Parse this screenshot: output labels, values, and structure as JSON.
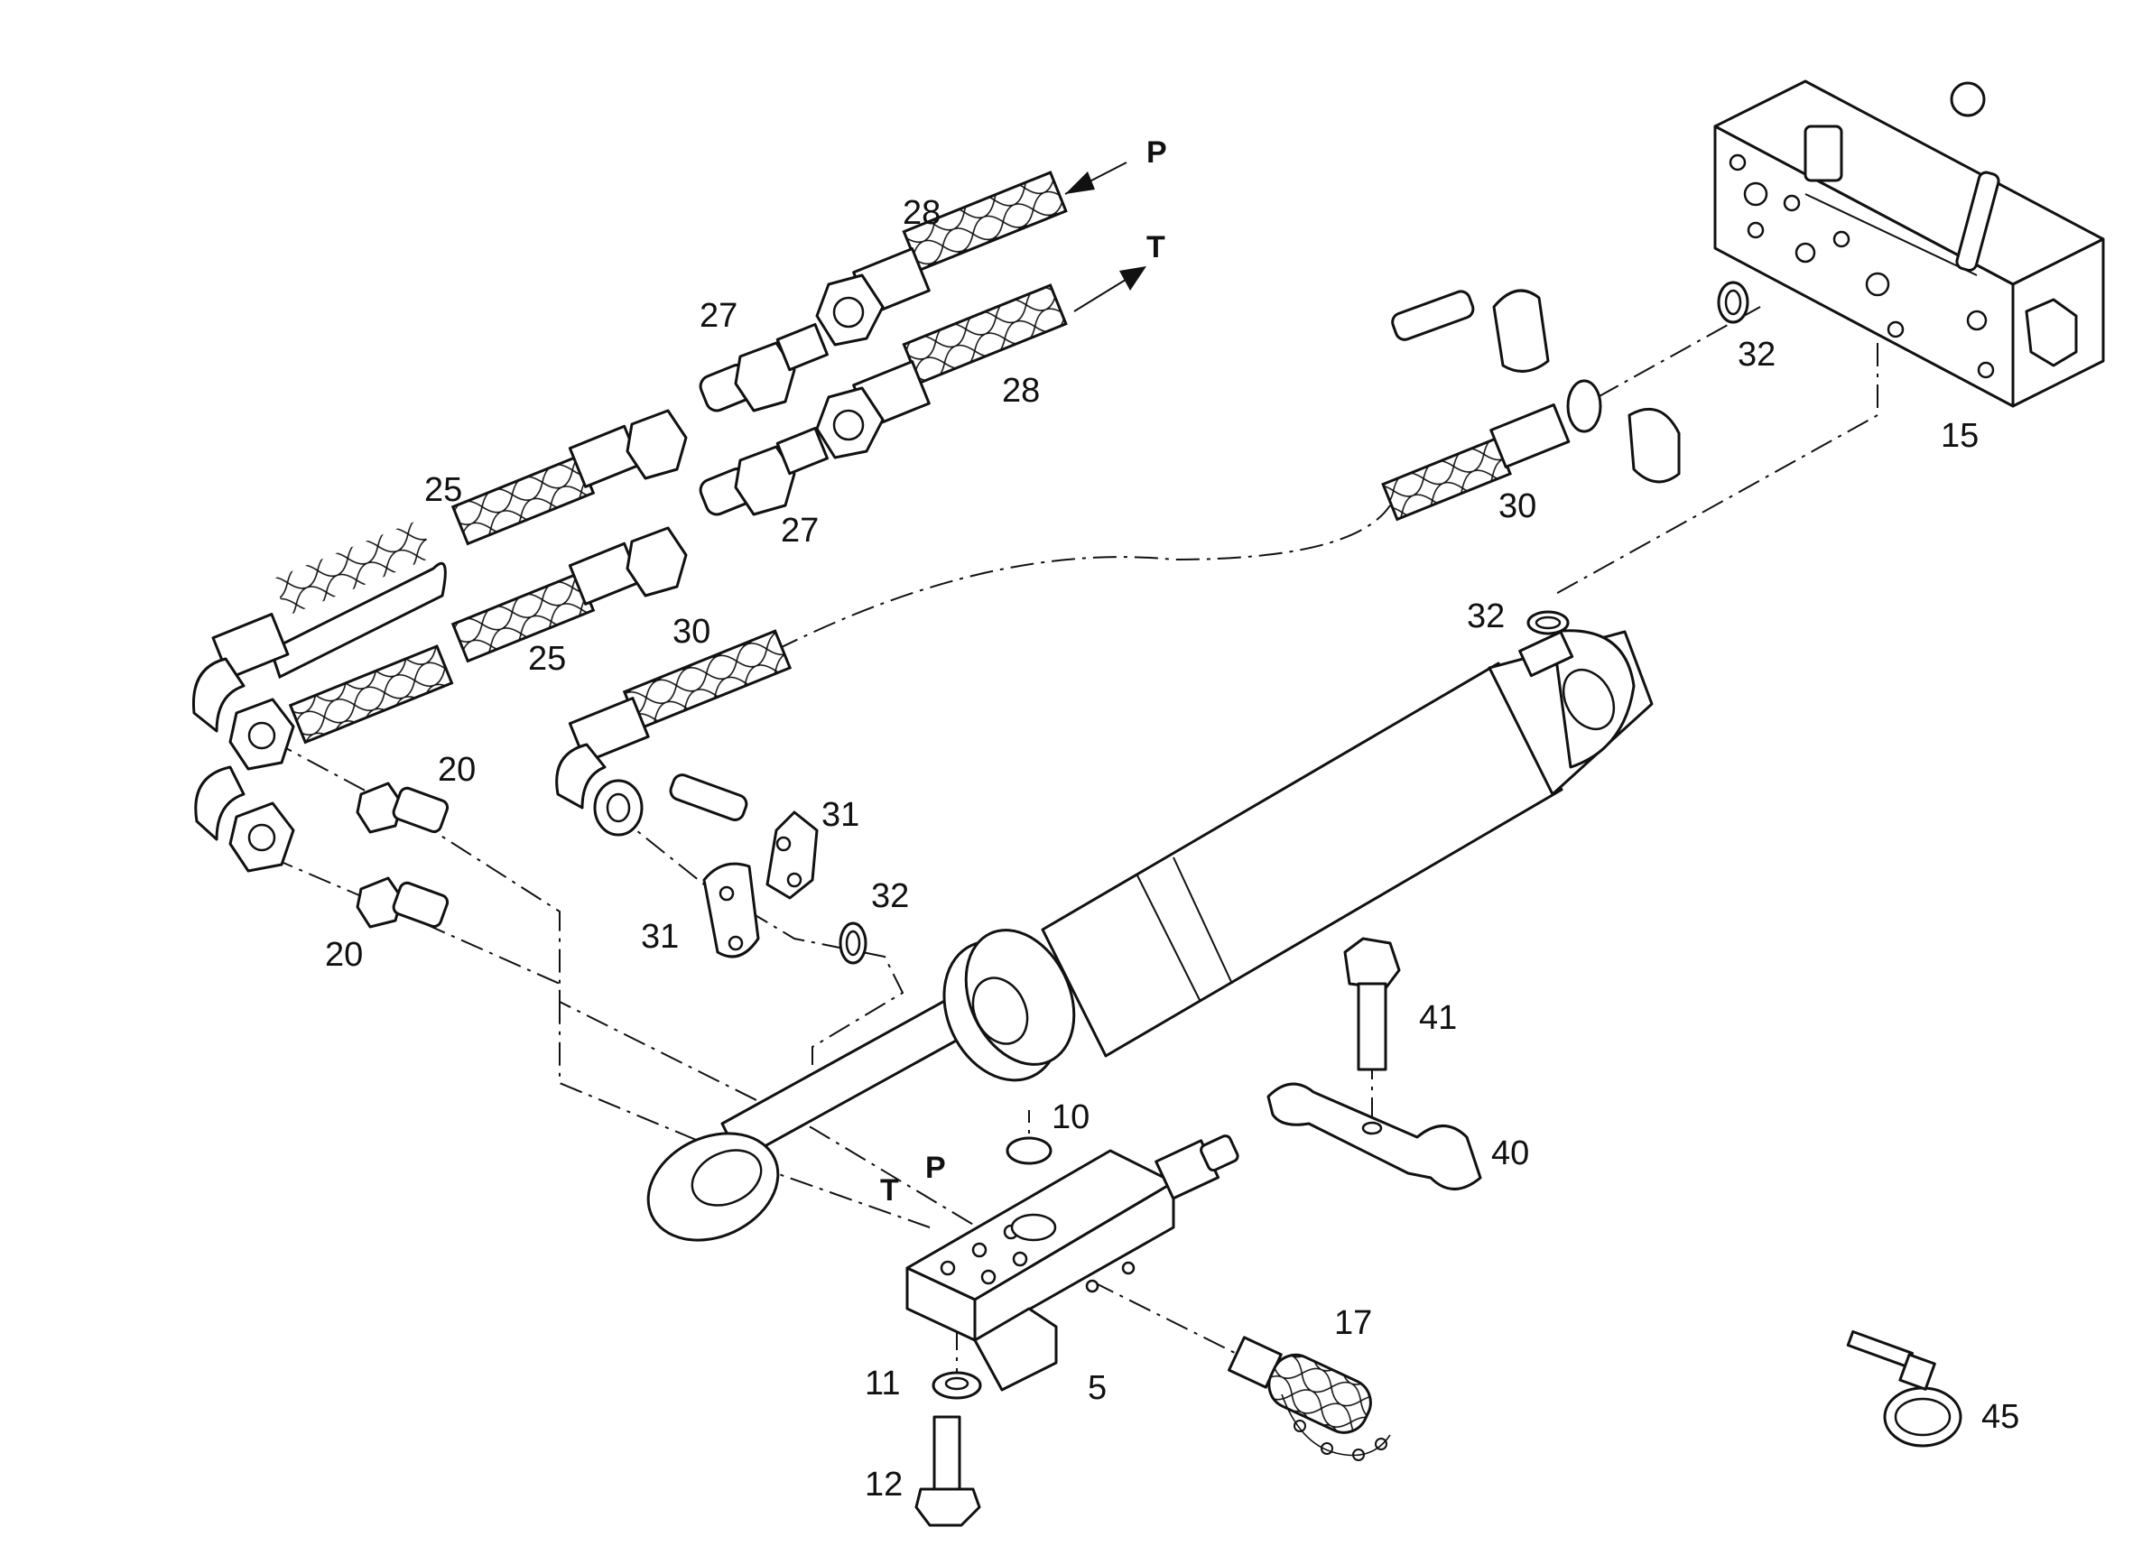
{
  "labels": {
    "l28a": "28",
    "l28b": "28",
    "l27a": "27",
    "l27b": "27",
    "l25a": "25",
    "l25b": "25",
    "l20a": "20",
    "l20b": "20",
    "l30a": "30",
    "l30b": "30",
    "l31a": "31",
    "l31b": "31",
    "l32a": "32",
    "l32b": "32",
    "l32c": "32",
    "l15": "15",
    "l10": "10",
    "l41": "41",
    "l40": "40",
    "l17": "17",
    "l11": "11",
    "l12": "12",
    "l5": "5",
    "l45": "45"
  },
  "ports": {
    "p_top": "P",
    "t_top": "T",
    "p_block": "P",
    "t_block": "T"
  }
}
